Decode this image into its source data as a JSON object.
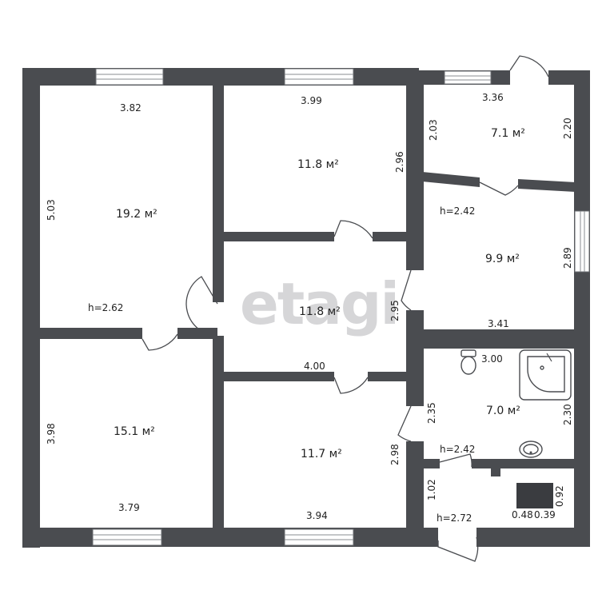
{
  "watermark": "etagi",
  "rooms": {
    "bedroom_large": {
      "area": "19.2 м²",
      "width": "3.82",
      "length": "5.03",
      "height": "h=2.62"
    },
    "bedroom_top": {
      "area": "11.8 м²",
      "width": "3.99",
      "length": "2.96"
    },
    "entry_top_right": {
      "area": "7.1 м²",
      "width": "3.36",
      "depth_left": "2.03",
      "depth_right": "2.20"
    },
    "kitchen": {
      "area": "9.9 м²",
      "height": "h=2.42",
      "width": "3.41",
      "depth": "2.89"
    },
    "hall": {
      "area": "11.8 м²",
      "width": "4.00",
      "depth": "2.95"
    },
    "bedroom_bottom_left": {
      "area": "15.1 м²",
      "width": "3.79",
      "length": "3.98"
    },
    "bedroom_bottom_mid": {
      "area": "11.7 м²",
      "width": "3.94",
      "length": "2.98"
    },
    "bathroom": {
      "area": "7.0 м²",
      "width": "3.00",
      "depth_left": "2.35",
      "depth_right": "2.30",
      "height": "h=2.42"
    },
    "vestibule": {
      "depth": "1.02",
      "height": "h=2.72"
    },
    "stove": {
      "width": "0.48",
      "depth": "0.39",
      "length": "0.92"
    }
  }
}
